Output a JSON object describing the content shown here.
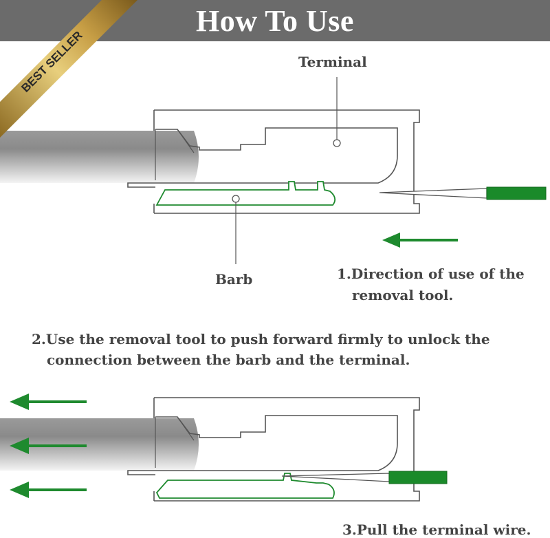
{
  "header": {
    "title": "How To Use"
  },
  "badge": {
    "label": "BEST SELLER"
  },
  "labels": {
    "terminal": "Terminal",
    "barb": "Barb"
  },
  "steps": {
    "step1_line1": "1.Direction of use of the",
    "step1_line2": "removal tool.",
    "step2_line1": "2.Use the removal tool to push forward firmly to unlock the",
    "step2_line2": "connection between the barb and the terminal.",
    "step3": "3.Pull the terminal wire."
  },
  "colors": {
    "header_bg": "#6b6b6b",
    "arrow_green": "#1e8a2e",
    "tool_green": "#1a8a2a",
    "outline": "#555555",
    "barb_green": "#1e8a2e",
    "ribbon_gold": "#c8a24a"
  },
  "icons": {
    "arrow": "left-arrow-icon",
    "tool": "removal-tool-icon"
  }
}
